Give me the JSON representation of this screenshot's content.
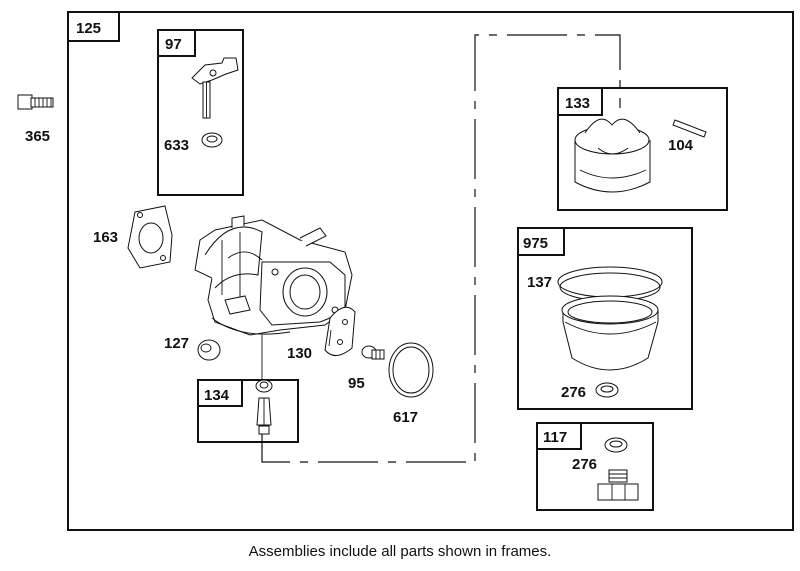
{
  "frames": {
    "f125": "125",
    "f97": "97",
    "f133": "133",
    "f975": "975",
    "f134": "134",
    "f117": "117"
  },
  "parts": {
    "p365": "365",
    "p633": "633",
    "p104": "104",
    "p163": "163",
    "p137": "137",
    "p127": "127",
    "p130": "130",
    "p95": "95",
    "p617": "617",
    "p276a": "276",
    "p276b": "276"
  },
  "footer": {
    "note": "Assemblies include all parts shown in frames."
  }
}
